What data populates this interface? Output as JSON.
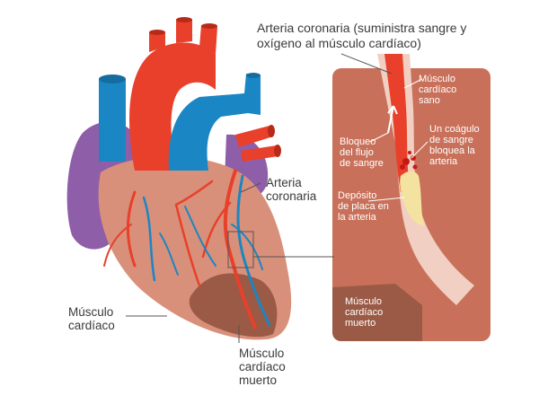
{
  "labels": {
    "coronary_artery_title": "Arteria coronaria (suministra sangre y\noxígeno al músculo cardíaco)",
    "coronary_artery": "Arteria\ncoronaria",
    "heart_muscle": "Músculo\ncardíaco",
    "dead_muscle": "Músculo\ncardíaco\nmuerto"
  },
  "inset_labels": {
    "healthy_muscle": "Músculo\ncardíaco\nsano",
    "clot": "Un coágulo\nde sangre\nbloquea la\narteria",
    "blocked_flow": "Bloqueo\ndel flujo\nde sangre",
    "plaque": "Depósito\nde placa en\nla arteria",
    "dead_muscle": "Músculo\ncardíaco\nmuerto"
  },
  "colors": {
    "artery_red": "#e8402a",
    "vein_blue": "#1a86c4",
    "atrium_purple": "#8f5ea8",
    "heart_muscle": "#d9907a",
    "dead_tissue": "#9a5a45",
    "inset_bg": "#c8705a",
    "plaque": "#f4e3a0"
  }
}
